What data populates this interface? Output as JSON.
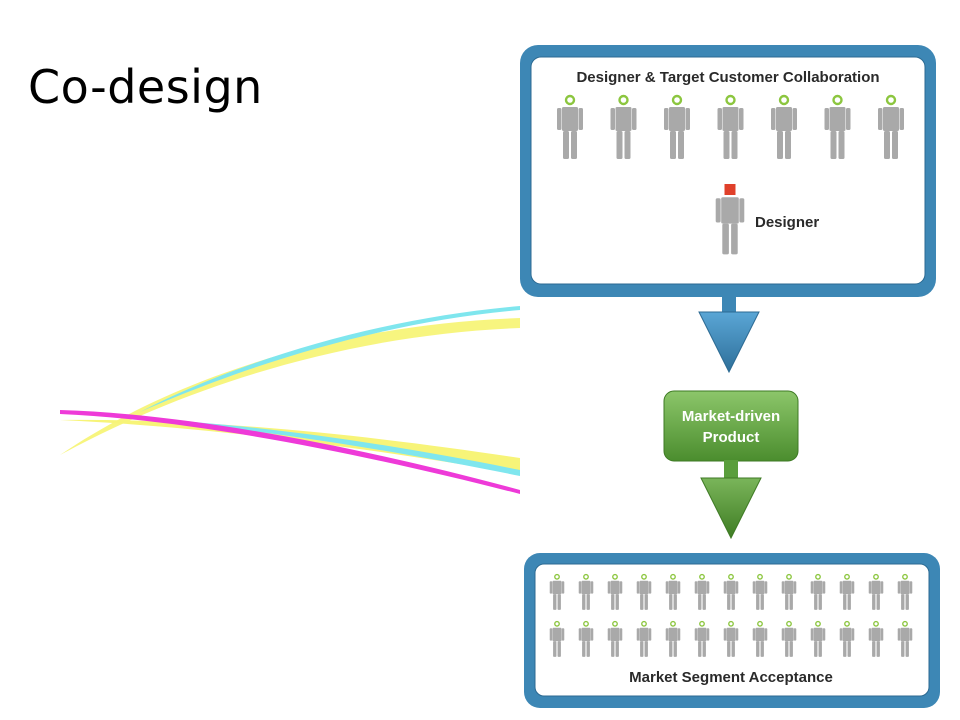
{
  "slide": {
    "title": "Co-design"
  },
  "diagram": {
    "top_box": {
      "heading": "Designer & Target Customer Collaboration",
      "customer_count": 7,
      "designer_label": "Designer"
    },
    "middle_node": {
      "line1": "Market-driven",
      "line2": "Product"
    },
    "bottom_box": {
      "caption": "Market Segment Acceptance",
      "rows": 2,
      "people_per_row": 13
    },
    "colors": {
      "frame_blue": "#3d87b5",
      "frame_inner": "#ffffff",
      "person_grey": "#a9a9a9",
      "customer_head": "#8cc63f",
      "designer_head": "#e0402a",
      "product_green": "#5a9e3c",
      "arrow_green": "#4f8f2e",
      "swoosh_yellow": "#f7f478",
      "swoosh_cyan": "#7fe6ee",
      "swoosh_magenta": "#ee3ad8"
    }
  }
}
